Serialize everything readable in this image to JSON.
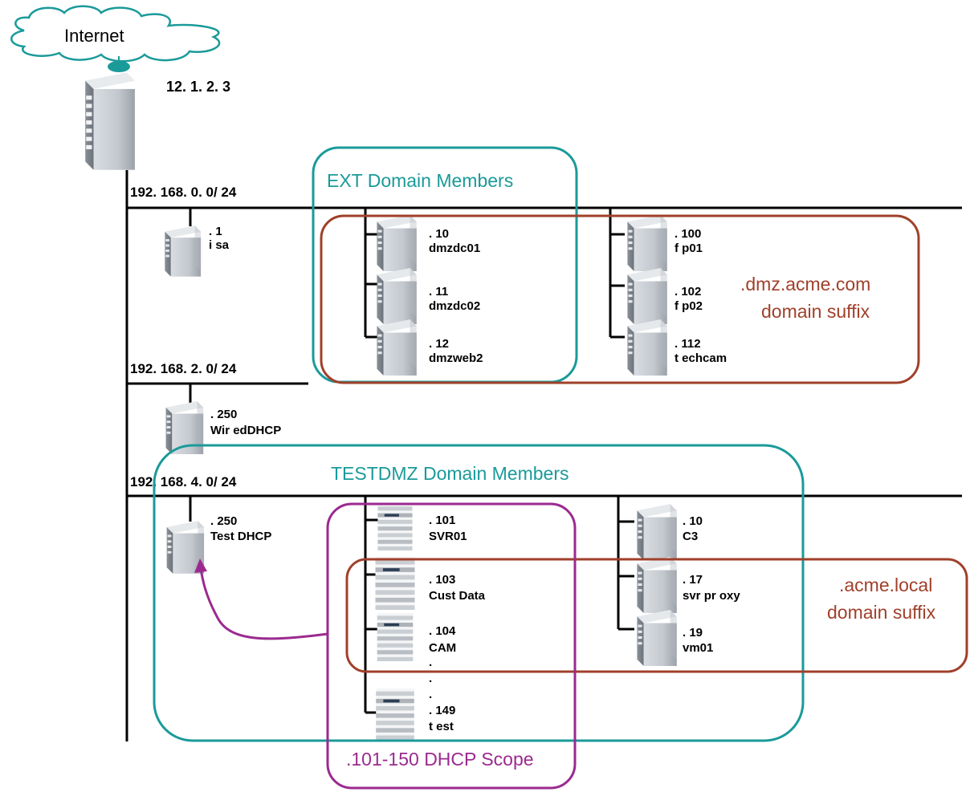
{
  "internet": {
    "label": "Internet",
    "ip": "12. 1. 2. 3"
  },
  "networks": [
    {
      "label": "192. 168. 0. 0/ 24"
    },
    {
      "label": "192. 168. 2. 0/ 24"
    },
    {
      "label": "192. 168. 4. 0/ 24"
    }
  ],
  "groups": {
    "ext": "EXT Domain Members",
    "dmz_suffix_line1": ".dmz.acme.com",
    "dmz_suffix_line2": "domain suffix",
    "testdmz": "TESTDMZ Domain Members",
    "local_suffix_line1": ".acme.local",
    "local_suffix_line2": "domain suffix",
    "dhcp_scope": ".101-150 DHCP Scope"
  },
  "hosts": {
    "isa": {
      "ip": ". 1",
      "name": "i sa"
    },
    "dmzdc01": {
      "ip": ". 10",
      "name": "dmzdc01"
    },
    "dmzdc02": {
      "ip": ". 11",
      "name": "dmzdc02"
    },
    "dmzweb2": {
      "ip": ". 12",
      "name": "dmzweb2"
    },
    "fp01": {
      "ip": ". 100",
      "name": "f p01"
    },
    "fp02": {
      "ip": ". 102",
      "name": "f p02"
    },
    "techcam": {
      "ip": ". 112",
      "name": "t echcam"
    },
    "wireddhcp": {
      "ip": ". 250",
      "name": "Wir edDHCP"
    },
    "testdhcp": {
      "ip": ". 250",
      "name": "Test DHCP"
    },
    "svr01": {
      "ip": ". 101",
      "name": "SVR01"
    },
    "custdata": {
      "ip": ". 103",
      "name": "Cust Data"
    },
    "cam": {
      "ip": ". 104",
      "name": "CAM"
    },
    "test": {
      "ip": ". 149",
      "name": "t est"
    },
    "c3": {
      "ip": ". 10",
      "name": "C3"
    },
    "svrproxy": {
      "ip": ". 17",
      "name": "svr pr oxy"
    },
    "vm01": {
      "ip": ". 19",
      "name": "vm01"
    }
  },
  "ellipsis": ".",
  "colors": {
    "teal": "#1b9a9a",
    "brown": "#a0402a",
    "purple": "#9b2a8f",
    "line": "#000000"
  },
  "icons": {
    "server": "tower-server-icon",
    "workstation": "desktop-client-icon",
    "cloud": "cloud-icon"
  }
}
